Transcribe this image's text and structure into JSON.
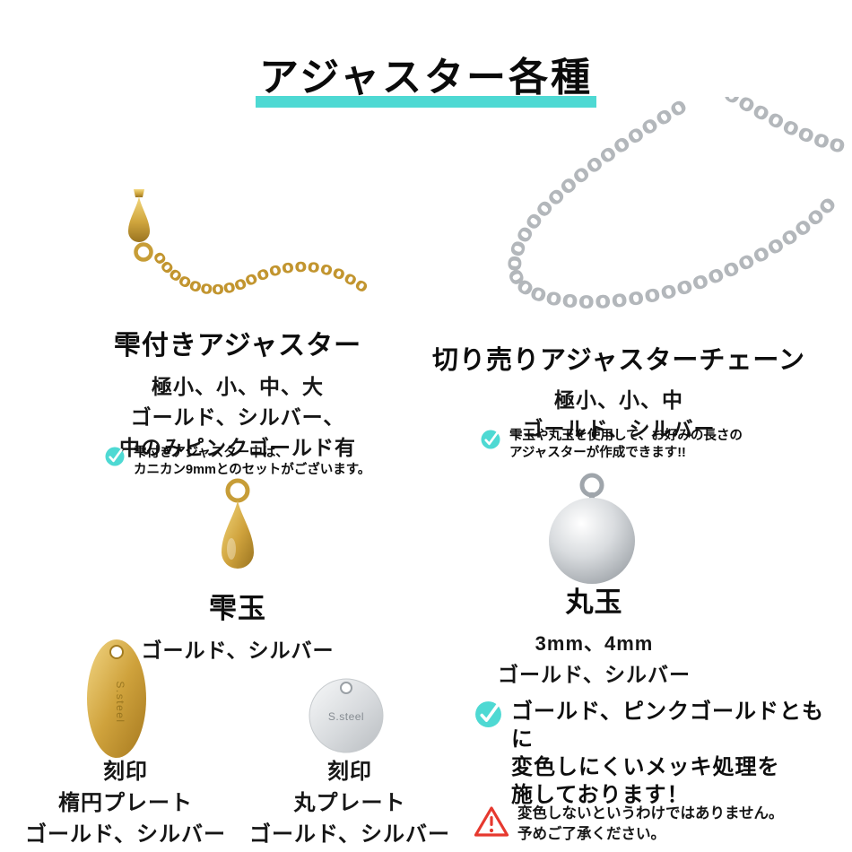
{
  "title": "アジャスター各種",
  "products": {
    "drop_adjuster": {
      "name": "雫付きアジャスター",
      "sizes": "極小、小、中、大",
      "colors_line1": "ゴールド、シルバー、",
      "colors_line2": "中のみピンクゴールド有",
      "note_line1": "雫付きアジャスター中は、",
      "note_line2": "カニカン9mmとのセットがございます。"
    },
    "cut_chain": {
      "name": "切り売りアジャスターチェーン",
      "sizes": "極小、小、中",
      "colors": "ゴールド、シルバー",
      "note_line1": "雫玉や丸玉を使用して、お好みの長さの",
      "note_line2": "アジャスターが作成できます!!"
    },
    "drop_bead": {
      "name": "雫玉",
      "colors": "ゴールド、シルバー"
    },
    "round_bead": {
      "name": "丸玉",
      "sizes": "3mm、4mm",
      "colors": "ゴールド、シルバー"
    },
    "oval_plate": {
      "title": "刻印",
      "name": "楕円プレート",
      "colors": "ゴールド、シルバー",
      "engraving": "S.steel"
    },
    "round_plate": {
      "title": "刻印",
      "name": "丸プレート",
      "colors": "ゴールド、シルバー",
      "engraving": "S.steel"
    }
  },
  "notes": {
    "plating_line1": "ゴールド、ピンクゴールドともに",
    "plating_line2": "変色しにくいメッキ処理を",
    "plating_line3": "施しております！",
    "warning_line1": "変色しないというわけではありません。",
    "warning_line2": "予めご了承ください。"
  },
  "colors": {
    "accent_teal": "#4ed9d3",
    "gold": "#c2952f",
    "silver": "#b3b7bb",
    "warning_red": "#e6392f",
    "text": "#111111"
  }
}
